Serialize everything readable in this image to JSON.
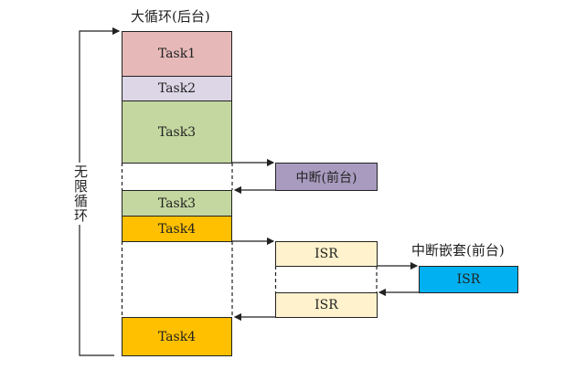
{
  "background_title": "大循环(后台)",
  "loop_label": "无限循环",
  "nested_label": "中断嵌套(前台)",
  "blocks": {
    "task1": {
      "label": "Task1",
      "color": "#e6b9b8"
    },
    "task2": {
      "label": "Task2",
      "color": "#dcd6e6"
    },
    "task3a": {
      "label": "Task3",
      "color": "#c4d7a0"
    },
    "task3b": {
      "label": "Task3",
      "color": "#c4d7a0"
    },
    "task4a": {
      "label": "Task4",
      "color": "#ffc000"
    },
    "task4b": {
      "label": "Task4",
      "color": "#ffc000"
    },
    "interrupt": {
      "label": "中断(前台)",
      "color": "#a99bbf"
    },
    "isr1": {
      "label": "ISR",
      "color": "#fff2cc"
    },
    "isr2": {
      "label": "ISR",
      "color": "#fff2cc"
    },
    "isr_nested": {
      "label": "ISR",
      "color": "#00b0f0"
    }
  }
}
